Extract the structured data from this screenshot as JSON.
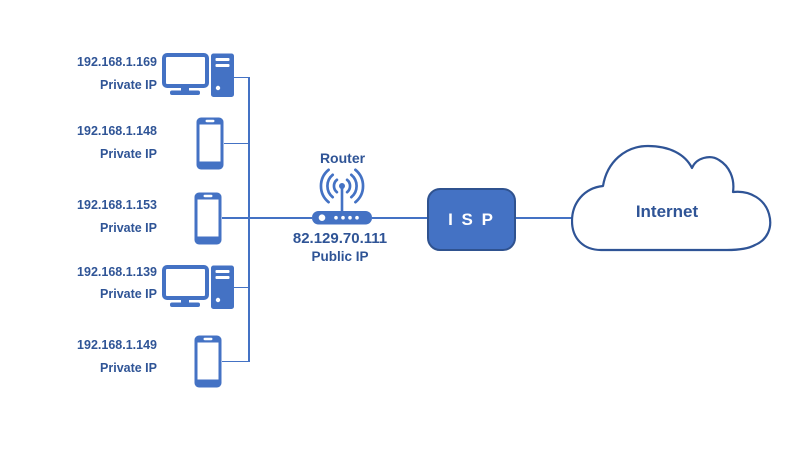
{
  "diagram": {
    "title": "home-network-nat-diagram",
    "devices": [
      {
        "ip": "192.168.1.169",
        "type_label": "Private IP",
        "kind": "desktop"
      },
      {
        "ip": "192.168.1.148",
        "type_label": "Private IP",
        "kind": "phone"
      },
      {
        "ip": "192.168.1.153",
        "type_label": "Private IP",
        "kind": "phone"
      },
      {
        "ip": "192.168.1.139",
        "type_label": "Private IP",
        "kind": "desktop"
      },
      {
        "ip": "192.168.1.149",
        "type_label": "Private IP",
        "kind": "phone"
      }
    ],
    "router": {
      "name": "Router",
      "public_ip": "82.129.70.111",
      "ip_label": "Public IP"
    },
    "isp": {
      "label": "I S P"
    },
    "cloud": {
      "label": "Internet"
    },
    "colors": {
      "accent": "#4472C4",
      "accent_dark_border": "#2F528F",
      "text": "#2F5496",
      "background": "#FFFFFF"
    }
  }
}
